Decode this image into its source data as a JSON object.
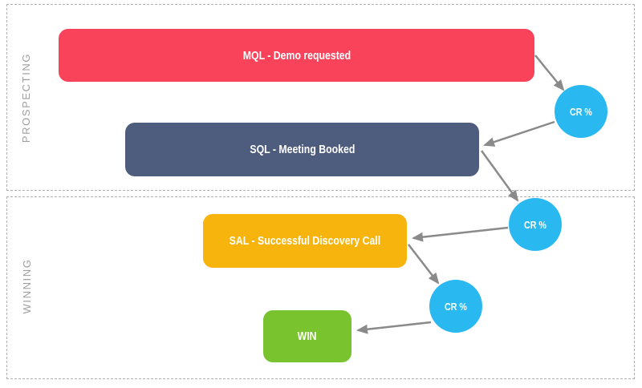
{
  "sections": [
    {
      "label": "PROSPECTING"
    },
    {
      "label": "WINNING"
    }
  ],
  "stages": [
    {
      "label": "MQL - Demo requested",
      "color": "#f8435a"
    },
    {
      "label": "SQL - Meeting Booked",
      "color": "#4e5c7e"
    },
    {
      "label": "SAL - Successful Discovery Call",
      "color": "#f6b40d"
    },
    {
      "label": "WIN",
      "color": "#79c32f"
    }
  ],
  "conversion_nodes": [
    {
      "label": "CR %",
      "color": "#29b8f0"
    },
    {
      "label": "CR %",
      "color": "#29b8f0"
    },
    {
      "label": "CR %",
      "color": "#29b8f0"
    }
  ],
  "palette": {
    "arrow": "#8a8a8a",
    "section_border": "#b0b0b0",
    "section_label": "#9e9e9e",
    "background": "#ffffff"
  }
}
